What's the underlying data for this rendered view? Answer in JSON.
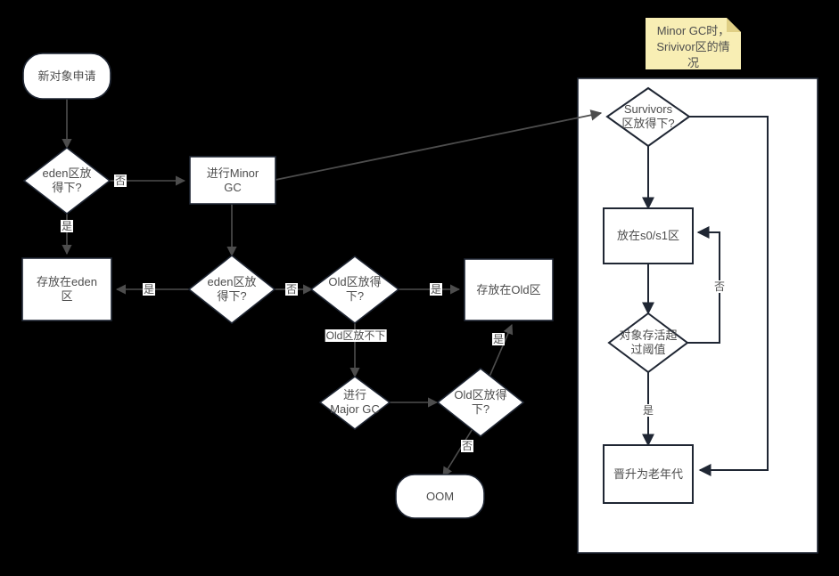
{
  "diagram": {
    "title": "JVM object allocation flowchart",
    "background_color": "#000000",
    "node_fill": "#ffffff",
    "node_stroke": "#1f2633",
    "edge_color": "#4d4d4d",
    "panel_stroke": "#1f2633",
    "note_fill": "#f8eeb4",
    "note_fold": "#e8d98a",
    "text_color": "#4d4d4d"
  },
  "nodes": {
    "new_object": {
      "label": "新对象申请",
      "shape": "rounded-terminator"
    },
    "eden_check_1": {
      "label": "eden区放\n得下?",
      "shape": "diamond"
    },
    "minor_gc": {
      "label": "进行Minor\nGC",
      "shape": "rect"
    },
    "store_eden": {
      "label": "存放在eden\n区",
      "shape": "rect"
    },
    "eden_check_2": {
      "label": "eden区放\n得下?",
      "shape": "diamond"
    },
    "old_check_1": {
      "label": "Old区放得\n下?",
      "shape": "diamond"
    },
    "store_old": {
      "label": "存放在Old区",
      "shape": "rect"
    },
    "major_gc": {
      "label": "进行\nMajor GC",
      "shape": "diamond"
    },
    "old_check_2": {
      "label": "Old区放得\n下?",
      "shape": "diamond"
    },
    "oom": {
      "label": "OOM",
      "shape": "rounded-terminator"
    },
    "survivors_check": {
      "label": "Survivors\n区放得下?",
      "shape": "diamond"
    },
    "store_s0s1": {
      "label": "放在s0/s1区",
      "shape": "rect"
    },
    "age_check": {
      "label": "对象存活超\n过阈值",
      "shape": "diamond"
    },
    "promote_old": {
      "label": "晋升为老年代",
      "shape": "rect"
    }
  },
  "edge_labels": {
    "eden1_no": "否",
    "eden1_yes": "是",
    "eden2_yes": "是",
    "eden2_no": "否",
    "old1_yes": "是",
    "old1_no": "Old区放不下",
    "old2_yes": "是",
    "old2_no": "否",
    "age_no": "否",
    "age_yes": "是"
  },
  "note": {
    "text": "Minor GC时，\nSrivivor区的情\n况"
  },
  "panel": {
    "name": "minor-gc-survivor-subprocess-panel"
  }
}
